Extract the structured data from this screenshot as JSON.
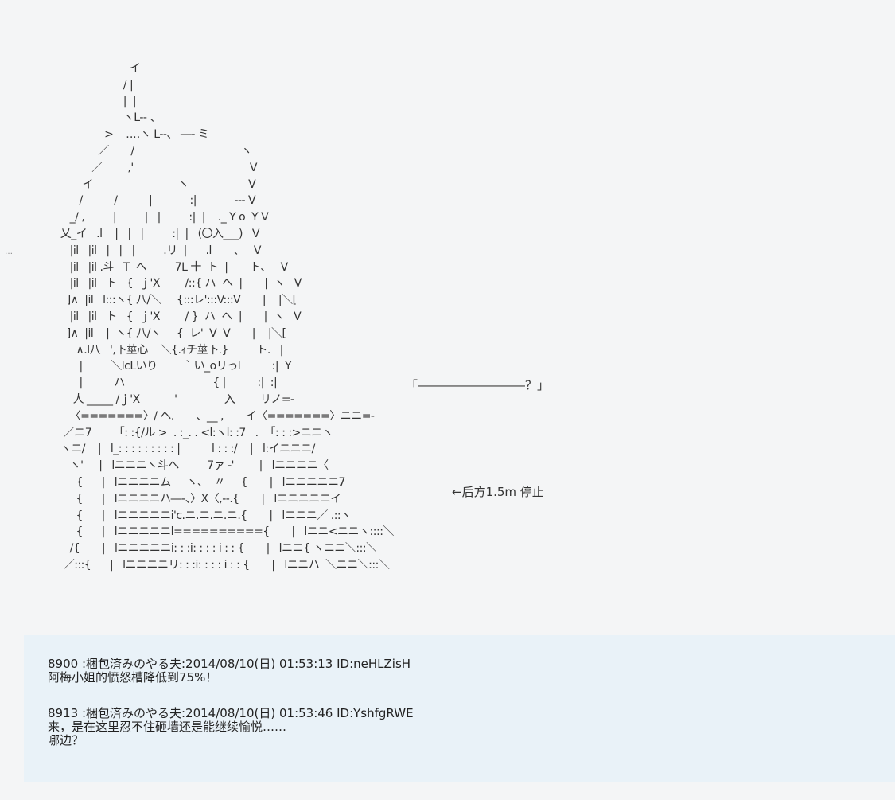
{
  "art": {
    "lines": [
      "                          イ",
      "                        / |",
      "                        |  |",
      "                        ヽL-- 、",
      "                  >    ‥‥ヽ L--、 ―- ミ",
      "                ／       /                                  ヽ",
      "              ／        ,'                                     V",
      "           イ                           ヽ                   V",
      "          /          /          |            :|            --- V",
      "       _/ ,         |         |   |         :|  |    ._ Y o  Y V",
      "    乂_イ   .l    |   |   |         :|  |   (〇入___)   V",
      "       |il   |il   |   |   |         .リ  |      .l       、   V",
      "       |il   |il .斗   T  へ         7L 十  ト  |       ト、   V",
      "       |il   |il   ト   {  ｊ'Ⅹ        /::{ ハ  ヘ  |       |  ヽ   V",
      "      ]∧  |il   l:::ヽ{ 八/＼     {:::レ':::V:::V       |    |＼[",
      "       |il   |il   ト   {  ｊ'Ⅹ        / }  ハ  ヘ  |       |  ヽ   V",
      "      ]∧  |il    |  ヽ{ 八/ヽ     {  レ'  V  V       |    |＼[",
      "         ∧.l八   ',下莖心    ＼{.ｨチ莖下.}         ト.   |",
      "          |         ＼lcLいり         ` い_oリっl          :|  Y",
      "          |          ハ                            { |          :|  :|",
      "        人 _____ /ｊ'Ⅹ           '               入        リノ=-",
      "       〈=======〉/ ヘ.       、__ ,       イ〈=======〉ニニ=-",
      "     ／ニ7       「: :{/ル >  . :_. . <l:ヽl: :7   .  「: : :>ニニヽ",
      "    ヽニ/    |   l_: : : : : : : : : |          l : : :/    |   l:イニニニ/",
      "       ヽ'     |   lニニニヽ斗へ         7ァ -'        |   lニニニニ〈",
      "         {      |   lニニニニム     ヽ、  〃     {       |   lニニニニニ7",
      "         {      |   lニニニニハ―-、〉X〈,--.{       |   lニニニニニイ",
      "         {      |   lニニニニニi'c.ニ.ニ.ニ.ニ.{       |   lニニニ／ .::ヽ",
      "         {      |   lニニニニニl=========={       |   lニニ<ニニヽ::::＼",
      "       /{       |   lニニニニニi: : :i: : : : i : : {       |   lニニ{ ヽニニ＼:::＼",
      "     ／:::{      |   lニニニニリ: : :i: : : : i : : {       |   lニニハ  ＼ニニ＼:::＼"
    ]
  },
  "annotations": {
    "question": "「―――――――――？」",
    "stop": "←后方1.5m 停止"
  },
  "posts": [
    {
      "header": "8900 :梱包済みのやる夫:2014/08/10(日) 01:53:13 ID:neHLZisH",
      "lines": [
        "阿梅小姐的愤怒槽降低到75%！"
      ]
    },
    {
      "header": "8913 :梱包済みのやる夫:2014/08/10(日) 01:53:46 ID:YshfgRWE",
      "lines": [
        "来，是在这里忍不住砸墙还是能继续愉悦……",
        "哪边？"
      ]
    }
  ]
}
